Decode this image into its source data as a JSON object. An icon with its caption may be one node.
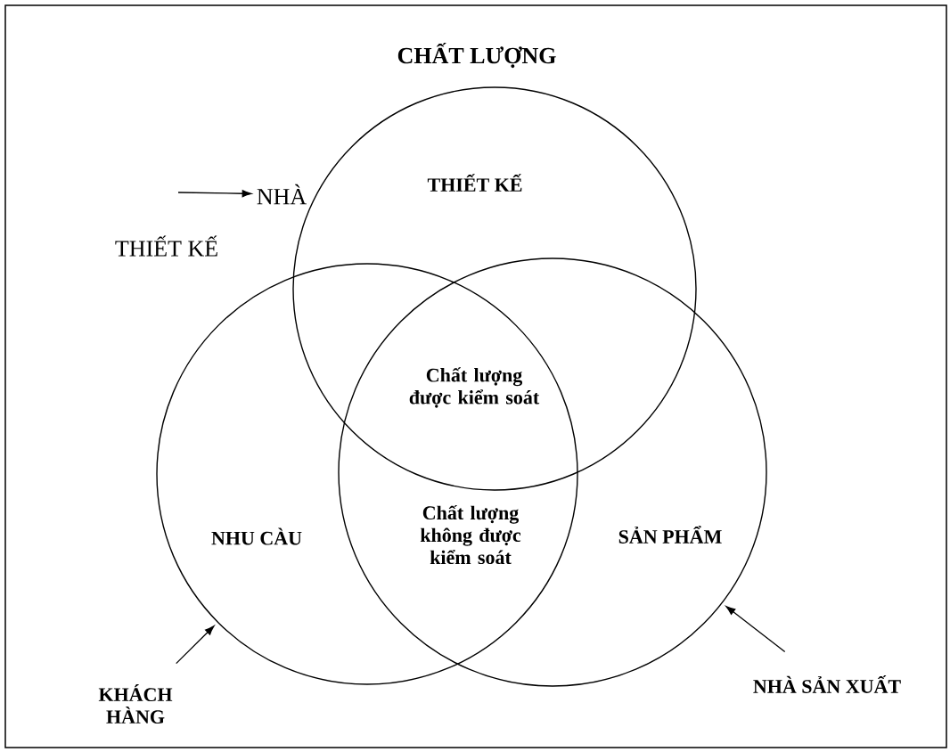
{
  "diagram": {
    "title": "CHẤT LƯỢNG",
    "nodes": [
      {
        "text": [
          "THIẾT KẾ"
        ]
      },
      {
        "text": [
          "NHÀ"
        ]
      },
      {
        "text": [
          "NHU CÀU"
        ]
      },
      {
        "text": [
          "SẢN PHẨM"
        ]
      },
      {
        "text": [
          "KHÁCH HÀNG"
        ]
      },
      {
        "text": [
          "NHÀ SẢN XUẤT"
        ]
      }
    ],
    "edges": [
      {
        "from": null,
        "to": 1,
        "arrow": "to"
      },
      {
        "from": 4,
        "to": 2,
        "arrow": "to"
      },
      {
        "from": 5,
        "to": 3,
        "arrow": "to"
      }
    ],
    "labels": [
      "THIẾT KẾ",
      "Chất lượng được kiểm soát",
      "Chất lượng không được kiểm soát"
    ]
  }
}
